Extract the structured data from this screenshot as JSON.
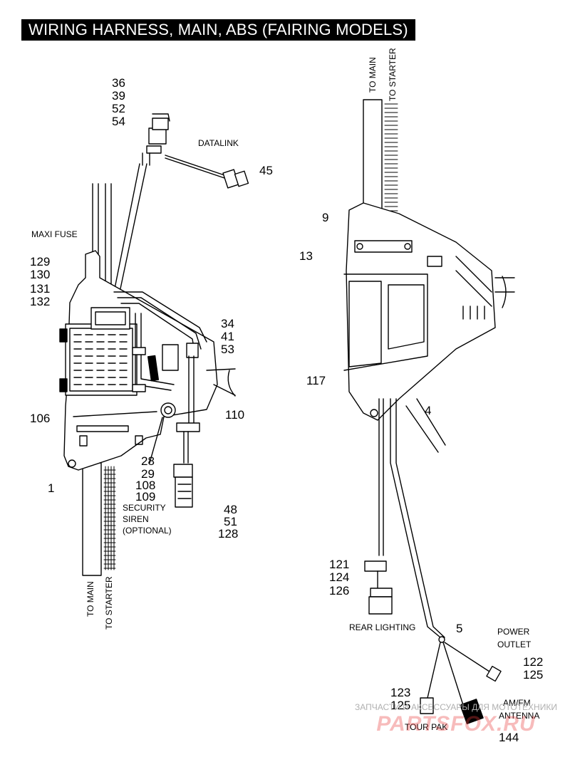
{
  "title": "WIRING HARNESS, MAIN, ABS (FAIRING MODELS)",
  "colors": {
    "line": "#000000",
    "watermark_red": "#e83c3c"
  },
  "labels": {
    "datalink": "DATALINK",
    "maxi_fuse": "MAXI FUSE",
    "security_siren_1": "SECURITY",
    "security_siren_2": "SIREN",
    "security_siren_3": "(OPTIONAL)",
    "rear_lighting": "REAR LIGHTING",
    "power_outlet_1": "POWER",
    "power_outlet_2": "OUTLET",
    "amfm_1": "AM/FM",
    "amfm_2": "ANTENNA",
    "tour_pak": "TOUR PAK",
    "to_main_left": "TO MAIN",
    "to_starter_left": "TO STARTER",
    "to_main_right": "TO MAIN",
    "to_starter_right": "TO STARTER"
  },
  "callouts": {
    "c36": "36",
    "c39": "39",
    "c52": "52",
    "c54": "54",
    "c45": "45",
    "c129": "129",
    "c130": "130",
    "c131": "131",
    "c132": "132",
    "c34": "34",
    "c41": "41",
    "c53": "53",
    "c106": "106",
    "c110": "110",
    "c28": "28",
    "c29": "29",
    "c108": "108",
    "c109": "109",
    "c1": "1",
    "c48": "48",
    "c51": "51",
    "c128": "128",
    "c9": "9",
    "c13": "13",
    "c117": "117",
    "c4": "4",
    "c121": "121",
    "c124": "124",
    "c126": "126",
    "c5": "5",
    "c122": "122",
    "c125a": "125",
    "c123": "123",
    "c125b": "125",
    "c144": "144"
  },
  "watermark": {
    "line": "ЗАПЧАСТИ И АКСЕССУАРЫ ДЛЯ МОТОТЕХНИКИ",
    "logo": "PARTSFOX.RU"
  }
}
